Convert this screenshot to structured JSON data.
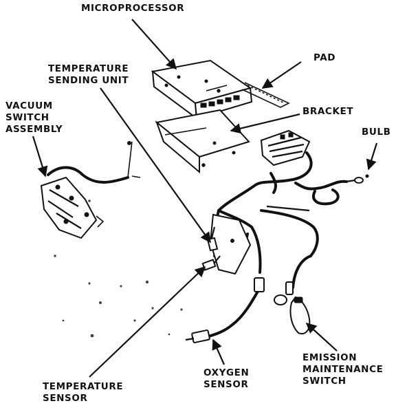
{
  "labels": {
    "microprocessor": "MICROPROCESSOR",
    "pad": "PAD",
    "temperature_sending_unit": [
      "TEMPERATURE",
      "SENDING UNIT"
    ],
    "bracket": "BRACKET",
    "vacuum_switch_assembly": [
      "VACUUM",
      "SWITCH",
      "ASSEMBLY"
    ],
    "bulb": "BULB",
    "emission_maintenance_switch": [
      "EMISSION",
      "MAINTENANCE",
      "SWITCH"
    ],
    "oxygen_sensor": [
      "OXYGEN",
      "SENSOR"
    ],
    "temperature_sensor": [
      "TEMPERATURE",
      "SENSOR"
    ]
  }
}
